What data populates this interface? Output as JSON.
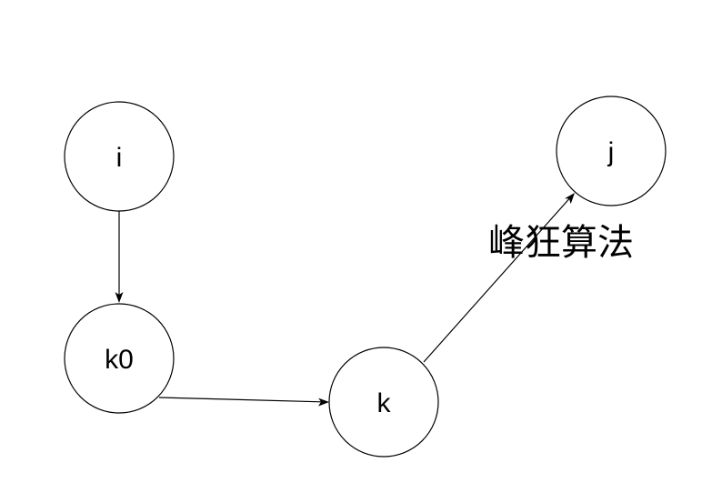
{
  "nodes": {
    "i": "i",
    "k0": "k0",
    "k": "k",
    "j": "j"
  },
  "edge_label": "峰狂算法",
  "colors": {
    "stroke": "#000000",
    "background": "#ffffff"
  }
}
